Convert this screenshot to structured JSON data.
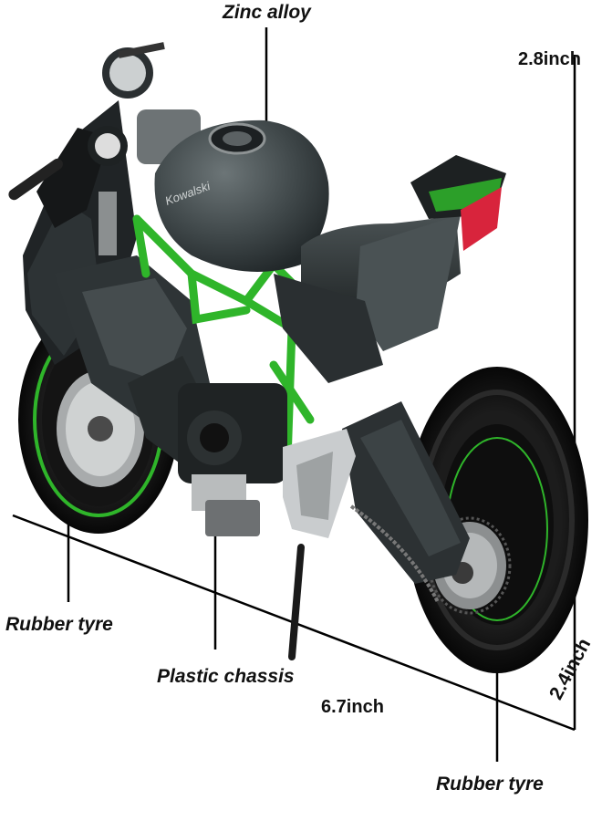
{
  "labels": {
    "zinc_alloy": "Zinc alloy",
    "rubber_tyre_front": "Rubber tyre",
    "plastic_chassis": "Plastic chassis",
    "rubber_tyre_rear": "Rubber tyre",
    "tank_brand": "Kowalski"
  },
  "dimensions": {
    "height": "2.8inch",
    "length": "6.7inch",
    "width": "2.4inch"
  },
  "colors": {
    "body": "#3b4244",
    "frame_green": "#2fb52a",
    "tyre": "#1a1a1a",
    "taillight": "#d8243c"
  }
}
